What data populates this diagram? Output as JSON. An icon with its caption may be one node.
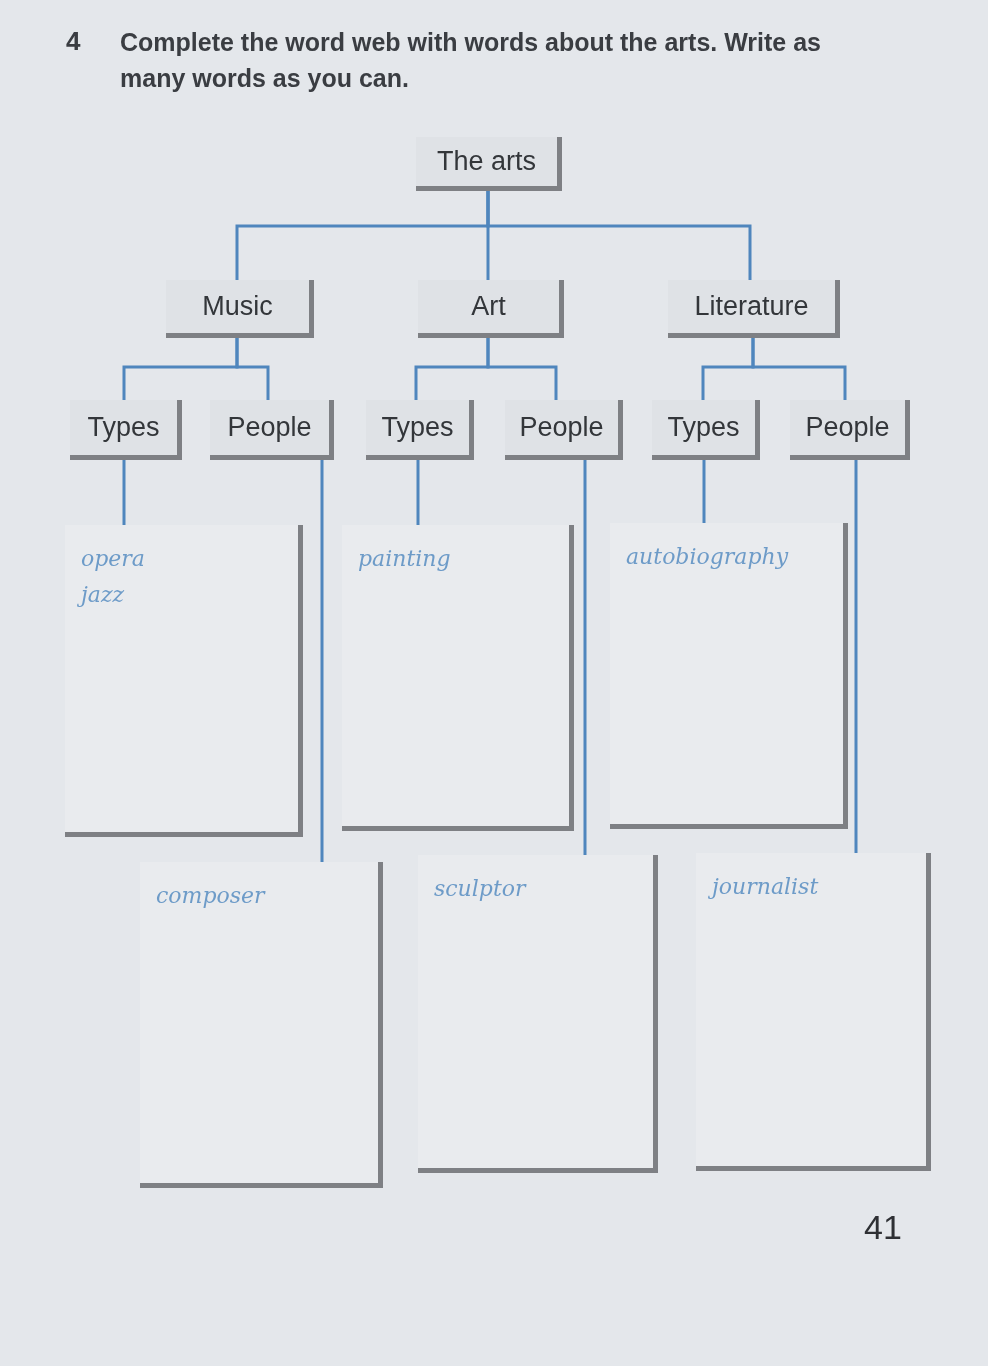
{
  "diagram": {
    "title": "Complete the word web with words about the arts. Write as many words as you can.",
    "nodes": [
      {
        "text": [
          "The arts"
        ]
      },
      {
        "text": [
          "Music"
        ]
      },
      {
        "text": [
          "Art"
        ]
      },
      {
        "text": [
          "Literature"
        ]
      },
      {
        "text": [
          "Types"
        ]
      },
      {
        "text": [
          "People"
        ]
      },
      {
        "text": [
          "Types"
        ]
      },
      {
        "text": [
          "People"
        ]
      },
      {
        "text": [
          "Types"
        ]
      },
      {
        "text": [
          "People"
        ]
      },
      {
        "text": [
          "opera",
          "jazz"
        ]
      },
      {
        "text": [
          "painting"
        ]
      },
      {
        "text": [
          "autobiography"
        ]
      },
      {
        "text": [
          "composer"
        ]
      },
      {
        "text": [
          "sculptor"
        ]
      },
      {
        "text": [
          "journalist"
        ]
      }
    ],
    "edges": [
      {
        "from": 0,
        "to": 1,
        "arrow": "none"
      },
      {
        "from": 0,
        "to": 2,
        "arrow": "none"
      },
      {
        "from": 0,
        "to": 3,
        "arrow": "none"
      },
      {
        "from": 1,
        "to": 4,
        "arrow": "none"
      },
      {
        "from": 1,
        "to": 5,
        "arrow": "none"
      },
      {
        "from": 2,
        "to": 6,
        "arrow": "none"
      },
      {
        "from": 2,
        "to": 7,
        "arrow": "none"
      },
      {
        "from": 3,
        "to": 8,
        "arrow": "none"
      },
      {
        "from": 3,
        "to": 9,
        "arrow": "none"
      },
      {
        "from": 4,
        "to": 10,
        "arrow": "none"
      },
      {
        "from": 5,
        "to": 13,
        "arrow": "none"
      },
      {
        "from": 6,
        "to": 11,
        "arrow": "none"
      },
      {
        "from": 7,
        "to": 14,
        "arrow": "none"
      },
      {
        "from": 8,
        "to": 12,
        "arrow": "none"
      },
      {
        "from": 9,
        "to": 15,
        "arrow": "none"
      }
    ],
    "labels": [
      "4",
      "41"
    ]
  }
}
